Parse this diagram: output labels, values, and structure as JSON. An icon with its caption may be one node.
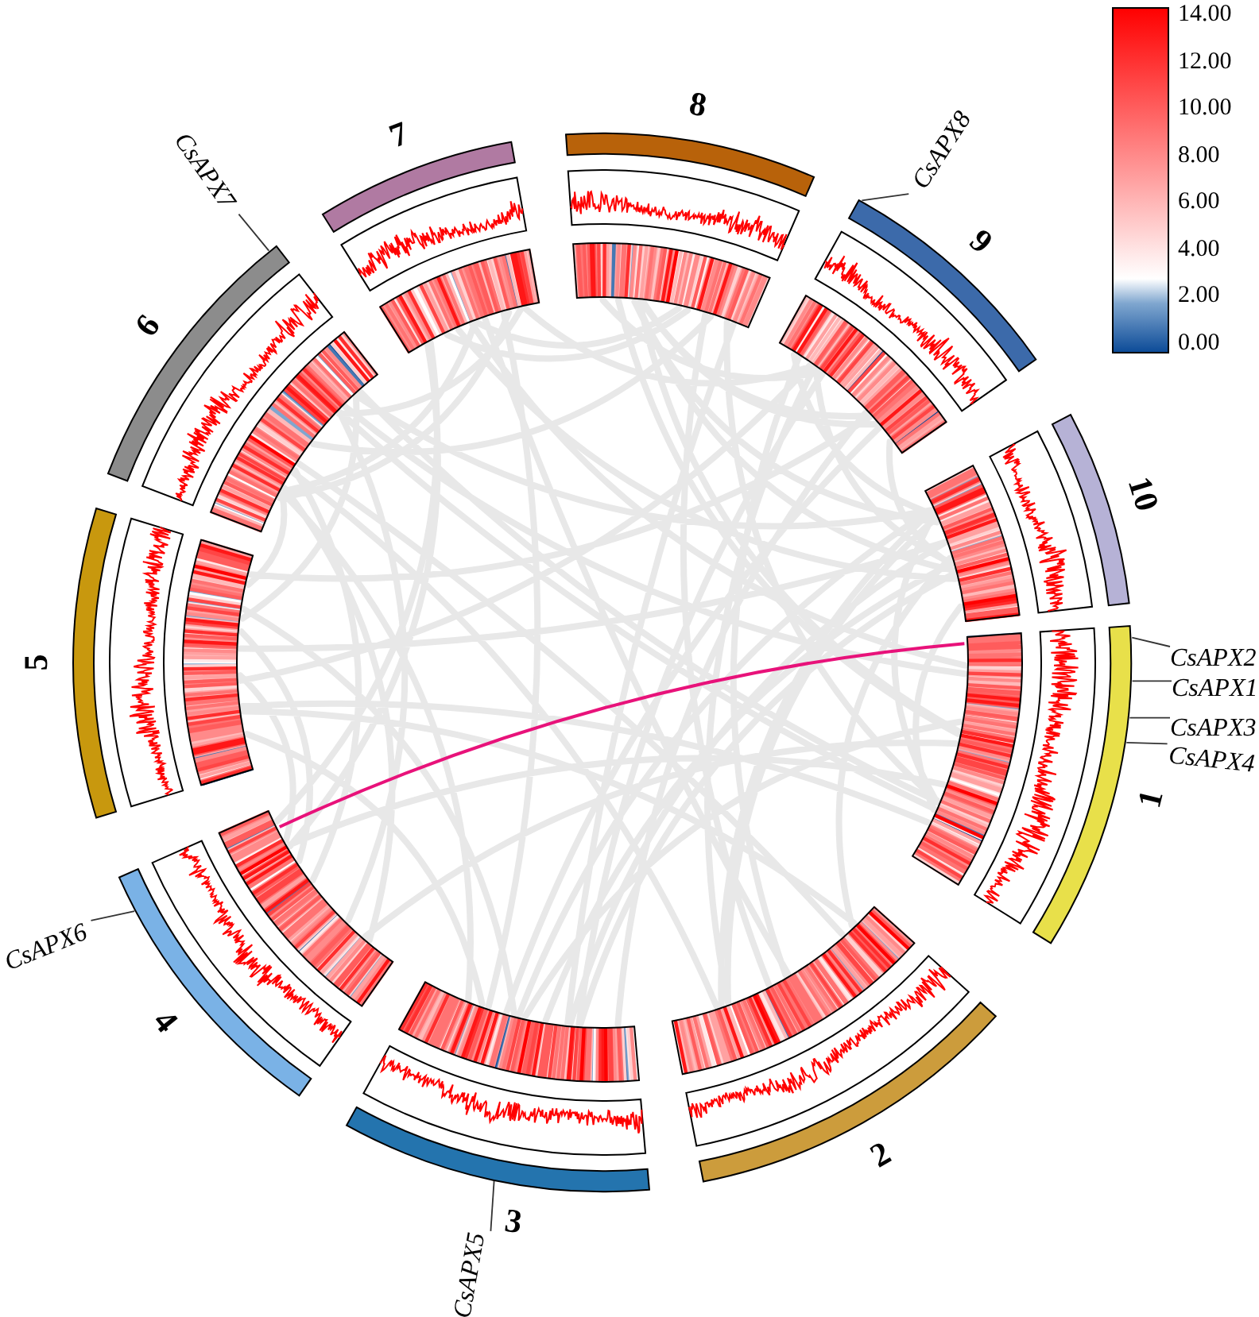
{
  "diagram": {
    "nodes": [
      {
        "text": [
          "1"
        ]
      },
      {
        "text": [
          "2"
        ]
      },
      {
        "text": [
          "3"
        ]
      },
      {
        "text": [
          "4"
        ]
      },
      {
        "text": [
          "5"
        ]
      },
      {
        "text": [
          "6"
        ]
      },
      {
        "text": [
          "7"
        ]
      },
      {
        "text": [
          "8"
        ]
      },
      {
        "text": [
          "9"
        ]
      },
      {
        "text": [
          "10"
        ]
      },
      {
        "text": [
          "CsAPX2"
        ]
      },
      {
        "text": [
          "CsAPX1"
        ]
      },
      {
        "text": [
          "CsAPX3"
        ]
      },
      {
        "text": [
          "CsAPX4"
        ]
      },
      {
        "text": [
          "CsAPX5"
        ]
      },
      {
        "text": [
          "CsAPX6"
        ]
      },
      {
        "text": [
          "CsAPX7"
        ]
      },
      {
        "text": [
          "CsAPX8"
        ]
      }
    ],
    "edges": [
      {
        "from": 10,
        "to": 0,
        "arrow": "none"
      },
      {
        "from": 11,
        "to": 0,
        "arrow": "none"
      },
      {
        "from": 12,
        "to": 0,
        "arrow": "none"
      },
      {
        "from": 13,
        "to": 0,
        "arrow": "none"
      },
      {
        "from": 14,
        "to": 2,
        "arrow": "none"
      },
      {
        "from": 15,
        "to": 3,
        "arrow": "none"
      },
      {
        "from": 16,
        "to": 5,
        "arrow": "none"
      },
      {
        "from": 17,
        "to": 8,
        "arrow": "none"
      }
    ],
    "labels": [
      "14.00",
      "12.00",
      "10.00",
      "8.00",
      "6.00",
      "4.00",
      "2.00",
      "0.00"
    ]
  }
}
